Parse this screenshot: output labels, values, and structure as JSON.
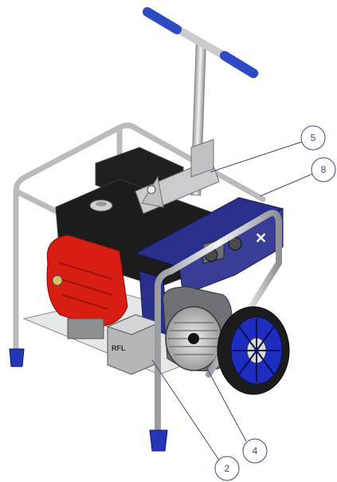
{
  "callouts": [
    {
      "number": "5"
    },
    {
      "number": "8"
    },
    {
      "number": "4"
    },
    {
      "number": "2"
    }
  ],
  "housing_label": "RFL",
  "colors": {
    "frame": "#d8dadd",
    "handle_grip": "#2e49c4",
    "engine_red": "#d81e12",
    "engine_black": "#1c1c1c",
    "panel_blue": "#2b2f8c",
    "wheel_blue": "#1d2dbf",
    "foot_blue": "#2536b8",
    "callout_line": "#3a4a7a"
  },
  "icons": [
    "generator-assembly-icon"
  ]
}
